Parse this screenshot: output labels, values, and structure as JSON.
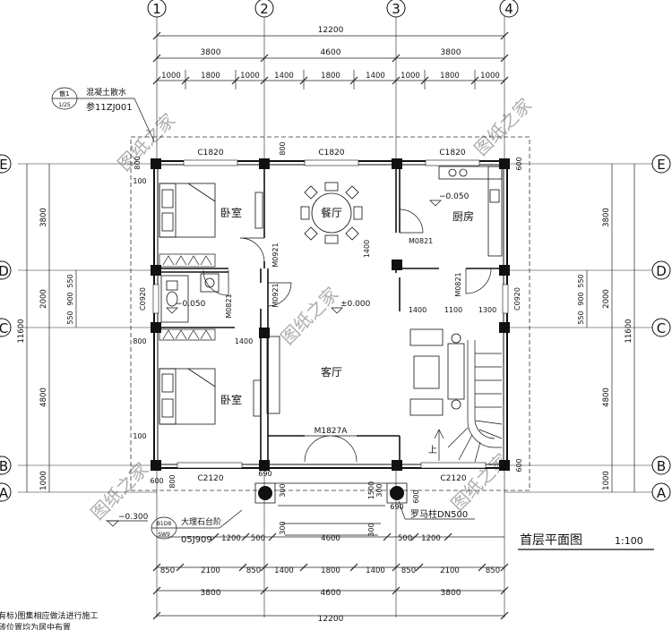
{
  "drawing": {
    "title": "首层平面图",
    "scale": "1:100",
    "watermark": "图纸之家"
  },
  "axes": {
    "columns": [
      "1",
      "2",
      "3",
      "4"
    ],
    "rows": [
      "E",
      "D",
      "C",
      "B",
      "A"
    ]
  },
  "dimensions": {
    "total": "12200",
    "bays": [
      "3800",
      "4600",
      "3800"
    ],
    "top_subdivisions": [
      "1000",
      "1800",
      "1000",
      "1400",
      "1800",
      "1400",
      "1000",
      "1800",
      "1000"
    ],
    "bottom_subdivisions": [
      "850",
      "2100",
      "850",
      "1400",
      "1800",
      "1400",
      "850",
      "2100",
      "850"
    ],
    "bottom_steps": [
      "1200",
      "500",
      "4600",
      "500",
      "1200"
    ],
    "overall_depth": "11600",
    "left_bays": [
      "3800",
      "2000",
      "4800",
      "1000"
    ],
    "left_subs": [
      "550",
      "900",
      "550"
    ],
    "right_bays": [
      "3800",
      "2000",
      "4800",
      "1000"
    ],
    "right_subs": [
      "550",
      "900",
      "550"
    ],
    "misc": [
      "800",
      "1400",
      "1400",
      "1100",
      "1300",
      "1500",
      "300",
      "300",
      "600",
      "600",
      "690",
      "690",
      "800",
      "600",
      "600",
      "100",
      "100",
      "800",
      "800",
      "300",
      "300"
    ]
  },
  "rooms": {
    "bedroom_top": "卧室",
    "dining": "餐厅",
    "kitchen": "厨房",
    "living": "客厅",
    "bedroom_bottom": "卧室",
    "stair_up": "上"
  },
  "levels": {
    "kitchen": "−0.050",
    "bath": "−0.050",
    "living": "±0.000",
    "outside": "−0.300"
  },
  "openings": {
    "window_e_left": "C1820",
    "window_e_mid": "C1820",
    "window_e_right": "C1820",
    "window_d_left": "C0920",
    "window_d_right": "C0920",
    "window_b_left": "C2120",
    "window_b_right": "C2120",
    "door_m0921_a": "M0921",
    "door_m0921_b": "M0921",
    "door_m0821_kitchen": "M0821",
    "door_m0821_bath": "M0821",
    "door_m0821_stair": "M0821",
    "door_entry": "M1827A"
  },
  "callouts": {
    "apron_circle_top": "散1",
    "apron_circle_bottom": "1/25",
    "apron_label": "混凝土散水",
    "apron_ref": "参11ZJ001",
    "step_circle_top": "B1D8",
    "step_circle_bottom": "SW9",
    "step_label": "大理石台阶",
    "step_ref": "05J909",
    "column_note": "罗马柱DN500"
  },
  "notes": {
    "line1": "有标)图集相应做法进行施工",
    "line2": "砖位置均为居中布置"
  }
}
